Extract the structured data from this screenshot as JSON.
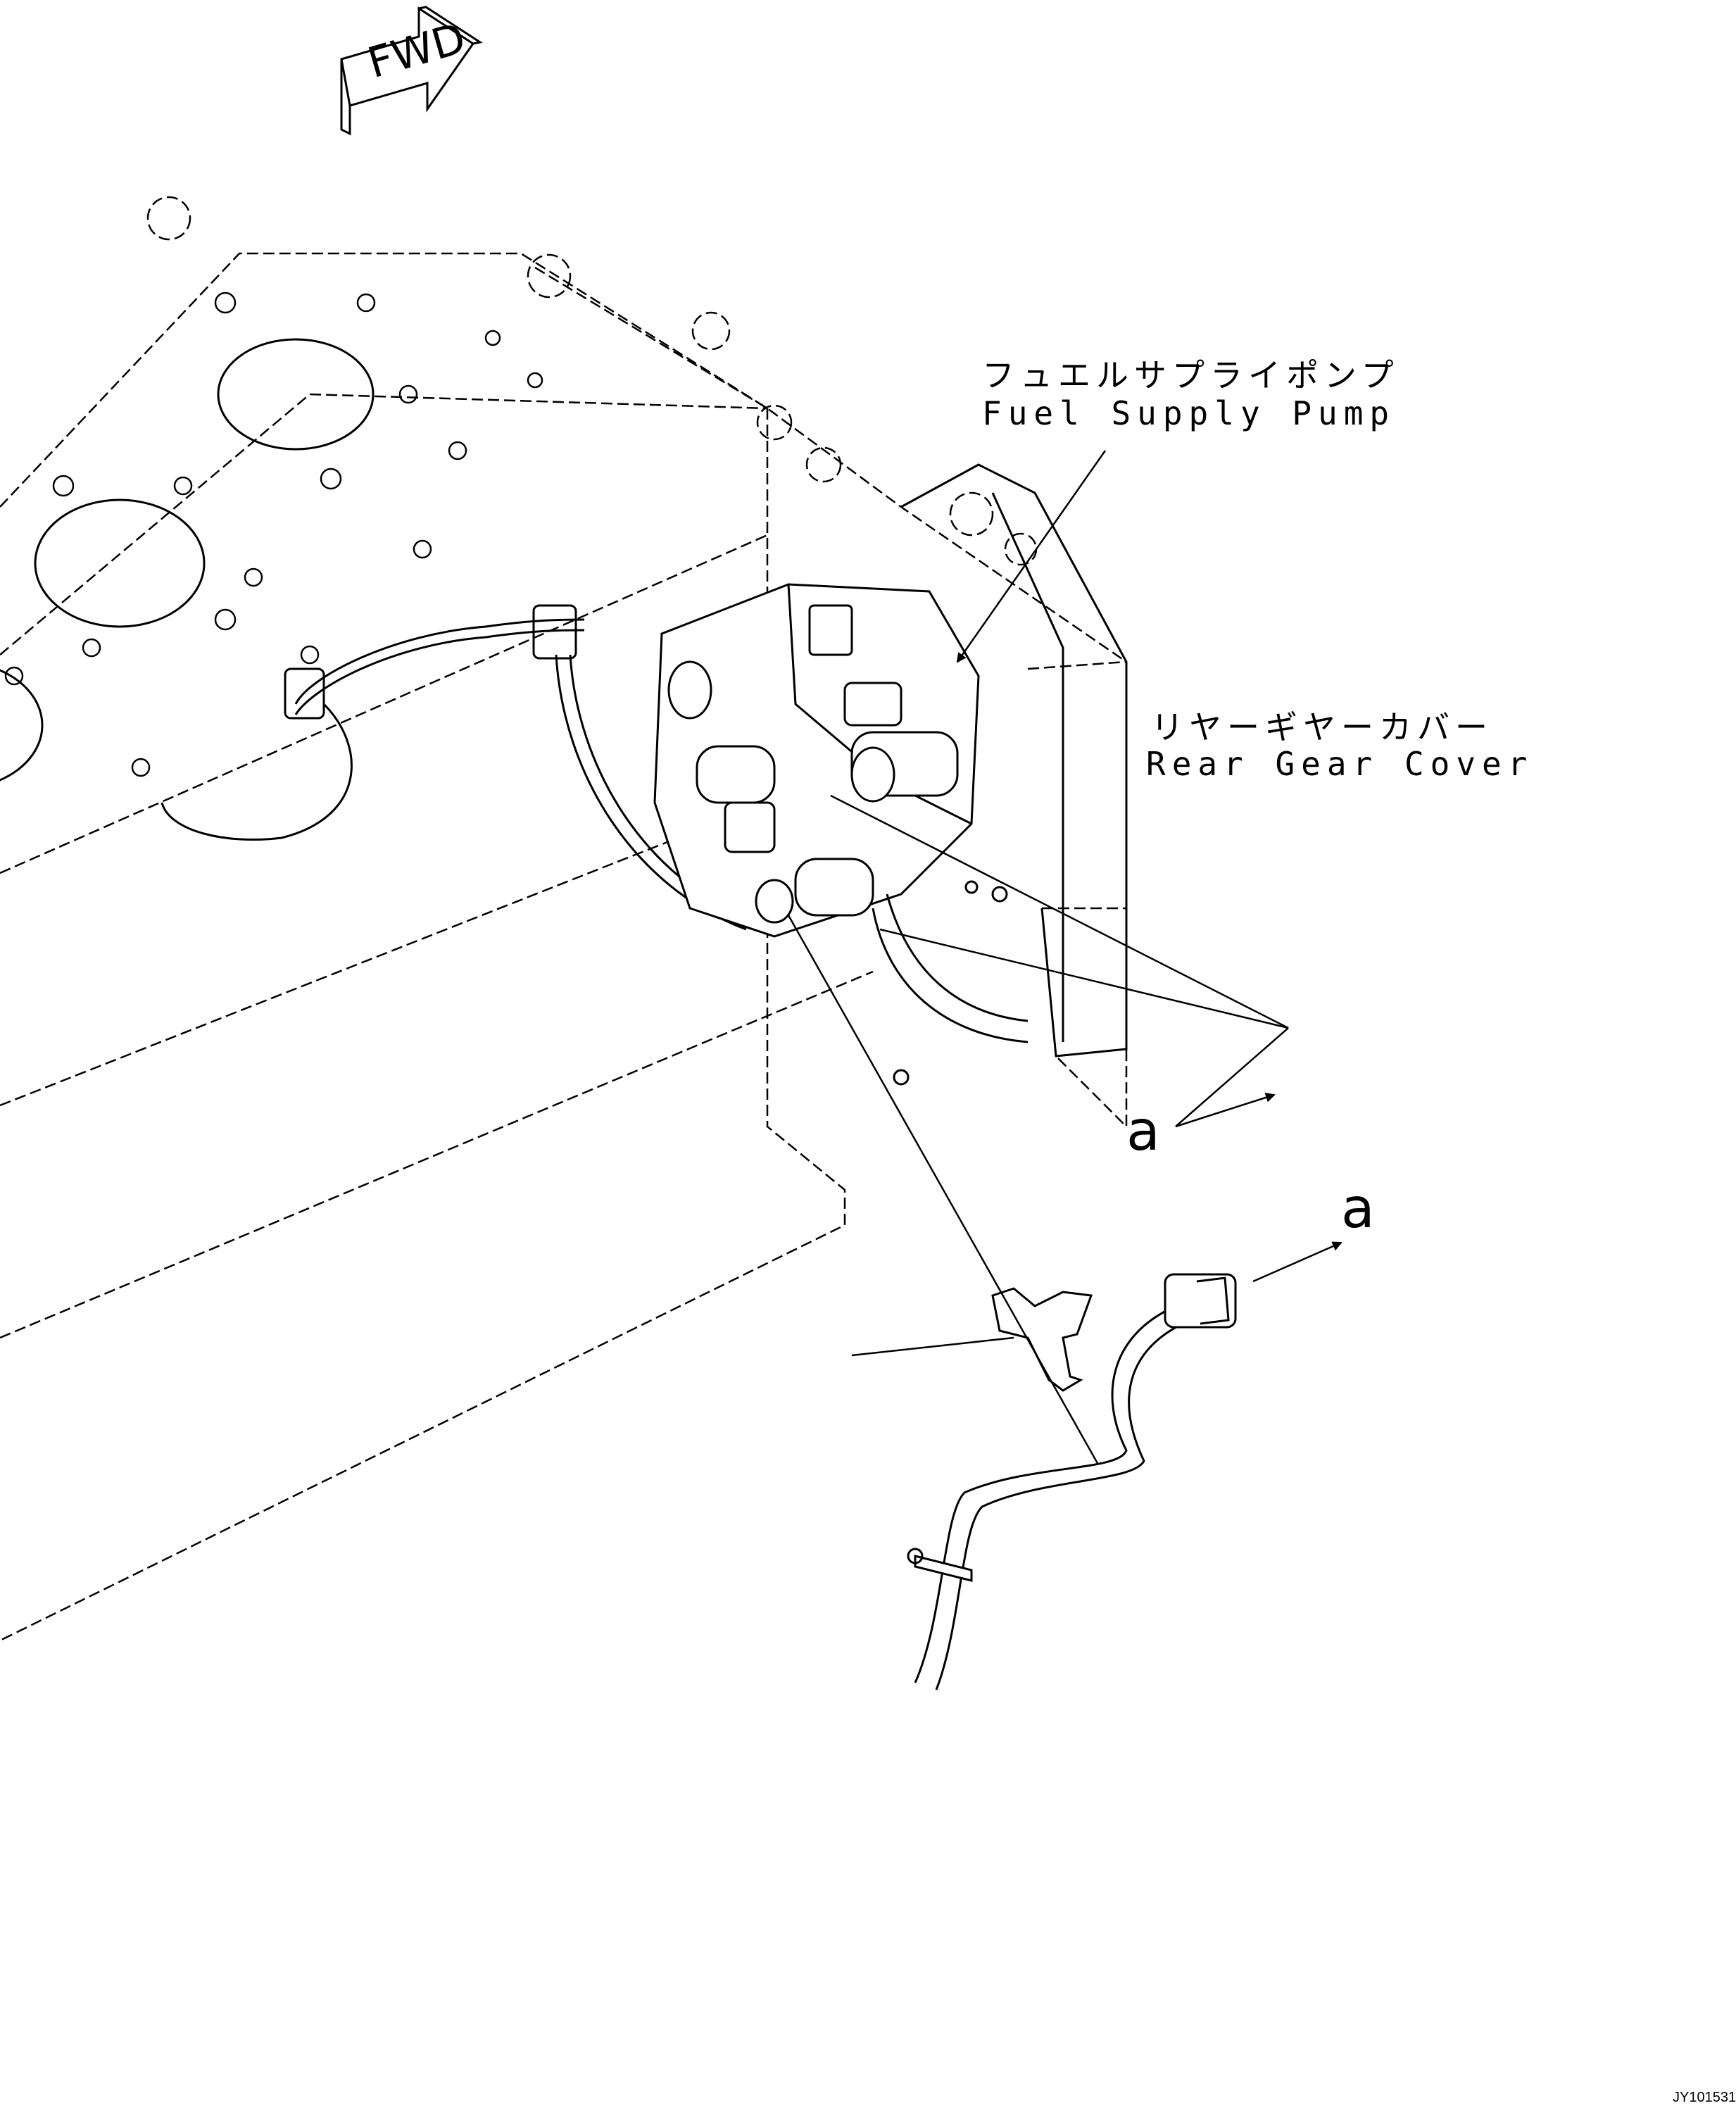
{
  "fwd_badge": {
    "text": "FWD"
  },
  "labels": {
    "fuel_supply_pump": {
      "jp": "フュエルサプライポンプ",
      "en": "Fuel Supply Pump"
    },
    "rear_gear_cover": {
      "jp": "リヤーギヤーカバー",
      "en": "Rear Gear Cover"
    }
  },
  "callouts": {
    "a_upper": "a",
    "a_lower": "a"
  },
  "drawing_id": "JY101531"
}
